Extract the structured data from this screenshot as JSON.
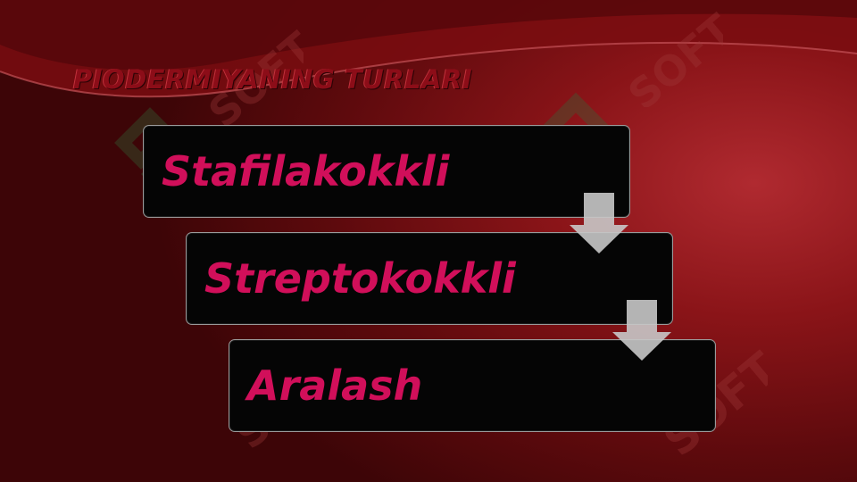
{
  "slide": {
    "title": "PIODERMIYANING TURLARI",
    "items": [
      {
        "label": "Stafilakokkli"
      },
      {
        "label": "Streptokokkli"
      },
      {
        "label": "Aralash"
      }
    ]
  },
  "colors": {
    "title": "#8c0d18",
    "item_text": "#d10f5a",
    "box": "#050505",
    "arrow": "#c8c8c8"
  },
  "watermark": "SOFT"
}
